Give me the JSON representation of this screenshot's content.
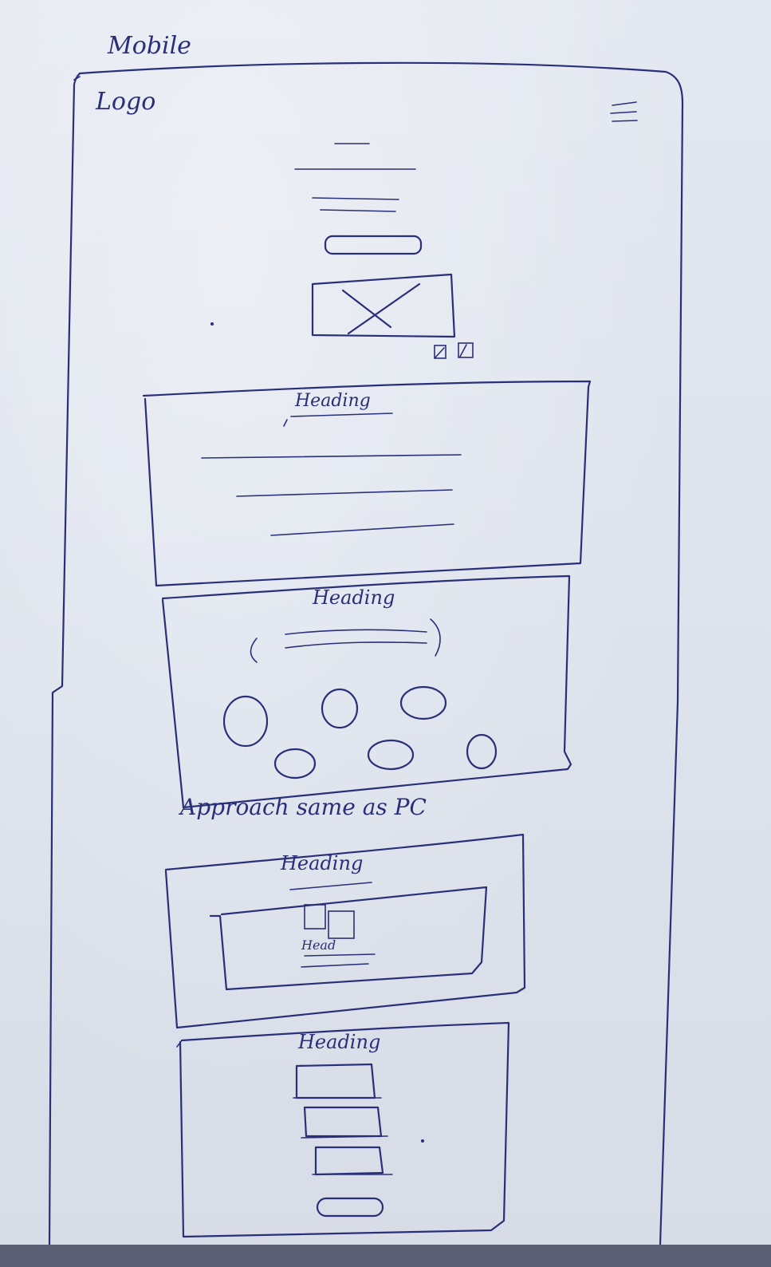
{
  "page_title": "Mobile",
  "header": {
    "logo_text": "Logo",
    "menu_icon": "hamburger-menu-icon"
  },
  "hero": {
    "image_placeholder_icon": "image-placeholder-icon",
    "carousel_dots_icon": "carousel-dots-icon"
  },
  "sections": [
    {
      "heading": "Heading"
    },
    {
      "heading": "Heading"
    },
    {
      "note": "Approach same as PC",
      "heading": "Heading",
      "card_label": "Head"
    },
    {
      "heading": "Heading"
    }
  ],
  "colors": {
    "ink": "#2a2f7a",
    "paper": "#e4e8f0"
  }
}
